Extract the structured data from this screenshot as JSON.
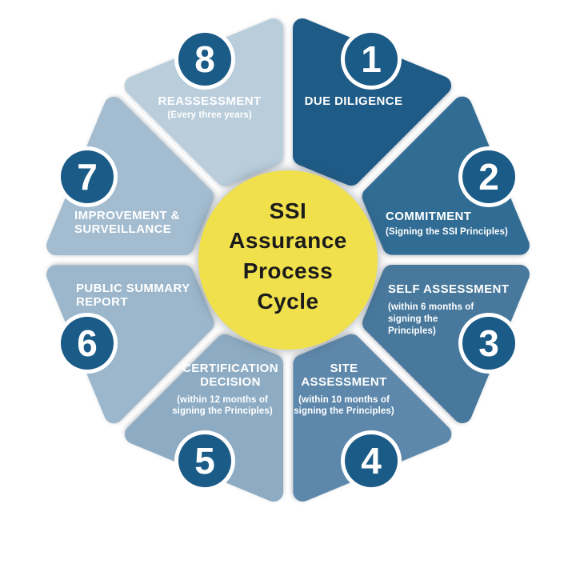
{
  "title": "SSI Assurance Process Cycle",
  "theme": {
    "background": "#FFFFFF",
    "badge_color": "#1A5B87",
    "badge_ring_color": "#FFFFFF",
    "label_color": "#FFFFFF"
  },
  "center": {
    "bg_color": "#F0E14C",
    "text_color": "#1B1B1B",
    "lines": [
      "SSI",
      "Assurance",
      "Process",
      "Cycle"
    ]
  },
  "segments": [
    {
      "number": "1",
      "label": "DUE DILIGENCE",
      "note": "",
      "color": "#1E5B86",
      "title_lines": [
        "DUE DILIGENCE"
      ],
      "note_lines": []
    },
    {
      "number": "2",
      "label": "COMMITMENT",
      "note": "(Signing the SSI Principles)",
      "color": "#306C93",
      "title_lines": [
        "COMMITMENT"
      ],
      "note_lines": [
        "(Signing the SSI Principles)"
      ]
    },
    {
      "number": "3",
      "label": "SELF ASSESSMENT",
      "note": "(within 6 months of signing the Principles)",
      "color": "#48799D",
      "title_lines": [
        "SELF ASSESSMENT"
      ],
      "note_lines": [
        "(within 6 months of",
        "signing the",
        "Principles)"
      ]
    },
    {
      "number": "4",
      "label": "SITE ASSESSMENT",
      "note": "(within 10 months of signing the Principles)",
      "color": "#5E88AB",
      "title_lines": [
        "SITE",
        "ASSESSMENT"
      ],
      "note_lines": [
        "(within 10 months of",
        "signing the  Principles)"
      ]
    },
    {
      "number": "5",
      "label": "CERTIFICATION DECISION",
      "note": "(within 12 months of signing the Principles)",
      "color": "#8DACC3",
      "title_lines": [
        "CERTIFICATION",
        "DECISION"
      ],
      "note_lines": [
        "(within 12 months of",
        "signing the  Principles)"
      ]
    },
    {
      "number": "6",
      "label": "PUBLIC SUMMARY REPORT",
      "note": "",
      "color": "#9CB7CB",
      "title_lines": [
        "PUBLIC SUMMARY",
        "REPORT"
      ],
      "note_lines": []
    },
    {
      "number": "7",
      "label": "IMPROVEMENT & SURVEILLANCE",
      "note": "",
      "color": "#A3BCD0",
      "title_lines": [
        "IMPROVEMENT &",
        "SURVEILLANCE"
      ],
      "note_lines": []
    },
    {
      "number": "8",
      "label": "REASSESSMENT",
      "note": "(Every three years)",
      "color": "#B9CDDB",
      "title_lines": [
        "REASSESSMENT"
      ],
      "note_lines": [
        "(Every three years)"
      ]
    }
  ]
}
